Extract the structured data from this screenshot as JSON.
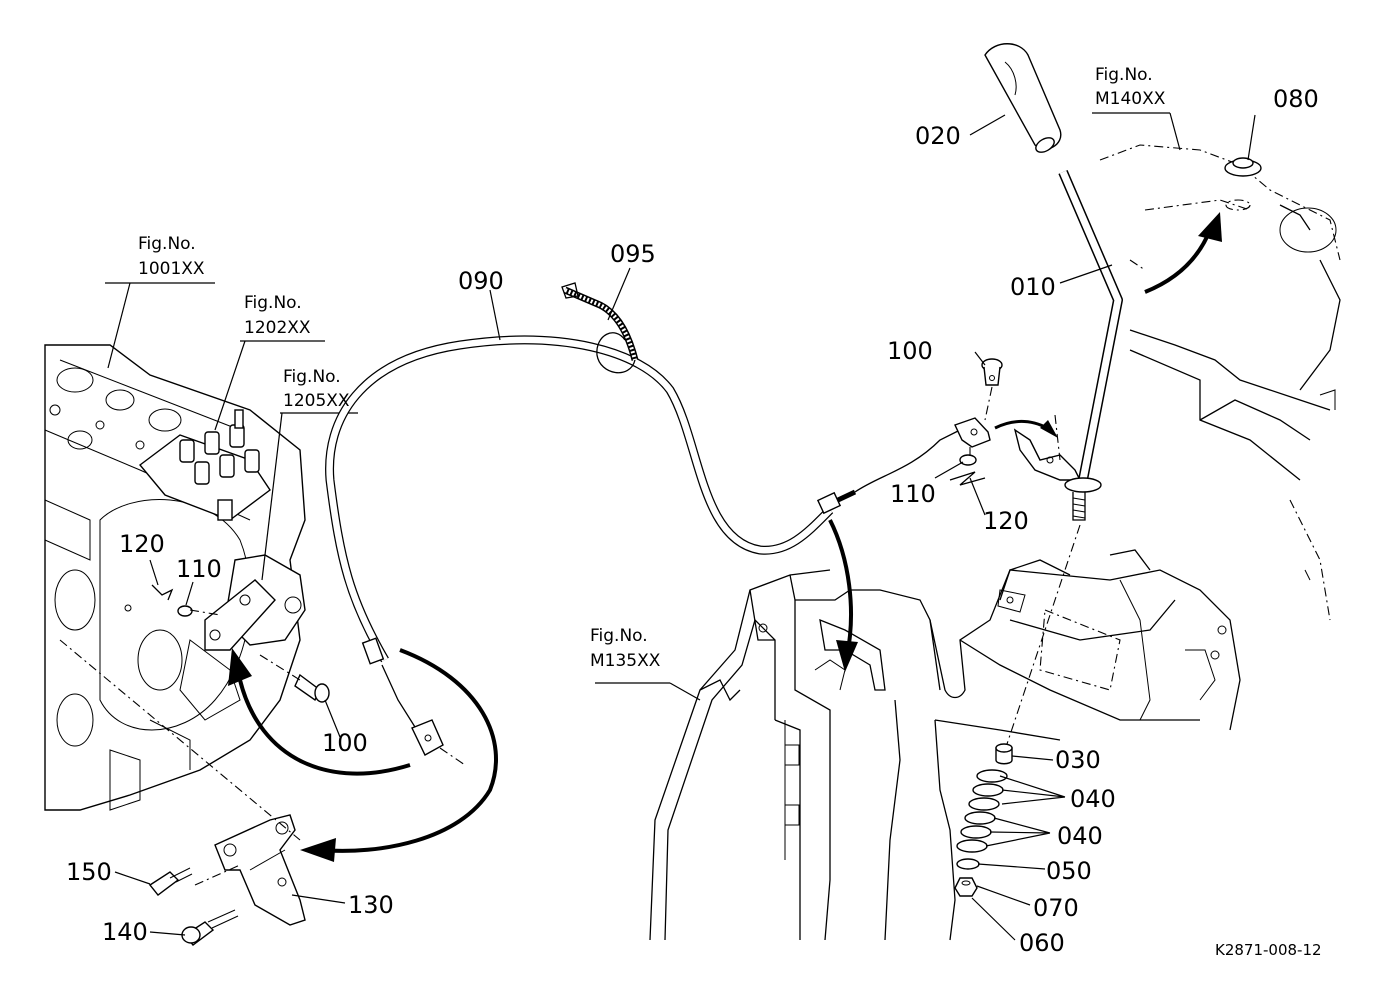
{
  "drawing_code": "K2871-008-12",
  "references": {
    "engine": {
      "label": "Fig.No.",
      "number": "1001XX"
    },
    "injection_pump": {
      "label": "Fig.No.",
      "number": "1202XX"
    },
    "governor": {
      "label": "Fig.No.",
      "number": "1205XX"
    },
    "frame": {
      "label": "Fig.No.",
      "number": "M135XX"
    },
    "cover": {
      "label": "Fig.No.",
      "number": "M140XX"
    }
  },
  "parts": {
    "p010": "010",
    "p020": "020",
    "p030": "030",
    "p040a": "040",
    "p040b": "040",
    "p050": "050",
    "p060": "060",
    "p070": "070",
    "p080": "080",
    "p090": "090",
    "p095": "095",
    "p100_left": "100",
    "p100_right": "100",
    "p110_left": "110",
    "p110_right": "110",
    "p120_left": "120",
    "p120_right": "120",
    "p130": "130",
    "p140": "140",
    "p150": "150"
  },
  "icons": [
    "throttle-lever-icon",
    "lever-knob-icon",
    "throttle-cable-icon",
    "cable-tie-icon",
    "engine-block-icon",
    "bracket-icon",
    "bolt-icon",
    "washer-icon",
    "nut-icon"
  ]
}
